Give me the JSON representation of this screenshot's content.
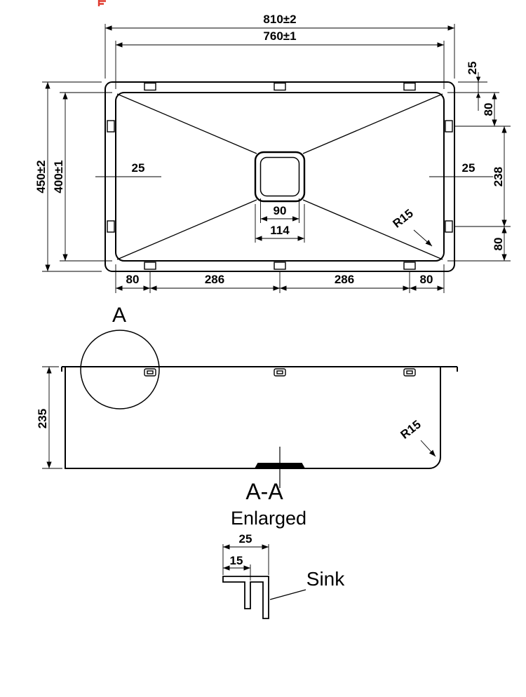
{
  "colors": {
    "line": "#000000",
    "logo_fragment": "#e03a2f"
  },
  "top_view": {
    "dim_width_outer": "810±2",
    "dim_width_inner": "760±1",
    "dim_height_outer": "450±2",
    "dim_height_inner": "400±1",
    "dim_rim_top_right": "25",
    "dim_right_top": "80",
    "dim_right_mid": "238",
    "dim_right_bottom": "80",
    "dim_rim_left": "25",
    "dim_rim_right": "25",
    "dim_drain_inner": "90",
    "dim_drain_outer": "114",
    "corner_radius": "R15",
    "dim_bottom": [
      "80",
      "286",
      "286",
      "80"
    ]
  },
  "section_view": {
    "dim_depth": "235",
    "corner_radius": "R15",
    "detail_marker": "A"
  },
  "detail_view": {
    "title": "A-A",
    "subtitle": "Enlarged",
    "dim_flange_width": "25",
    "dim_return": "15",
    "callout": "Sink"
  }
}
